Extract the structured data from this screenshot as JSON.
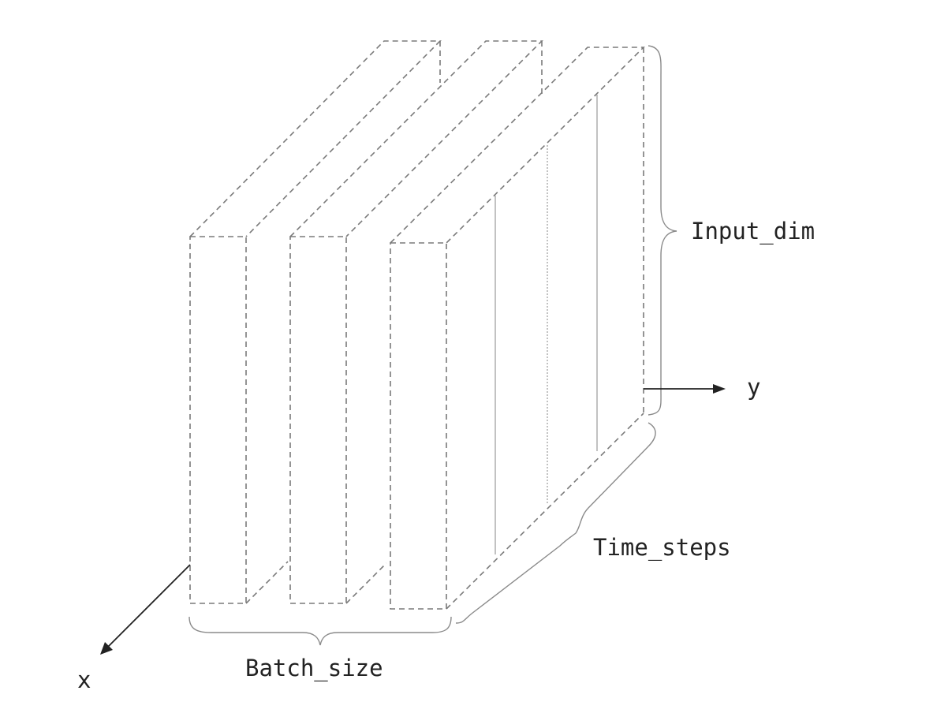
{
  "diagram": {
    "labels": {
      "input_dim": "Input_dim",
      "time_steps": "Time_steps",
      "batch_size": "Batch_size",
      "axis_x": "x",
      "axis_y": "y"
    },
    "slice_count": 3,
    "time_step_dividers": 3,
    "colors": {
      "outline": "#7a7a7a",
      "divider": "#9a9a9a",
      "brace": "#8a8a8a",
      "text": "#222222",
      "background": "#ffffff"
    }
  }
}
